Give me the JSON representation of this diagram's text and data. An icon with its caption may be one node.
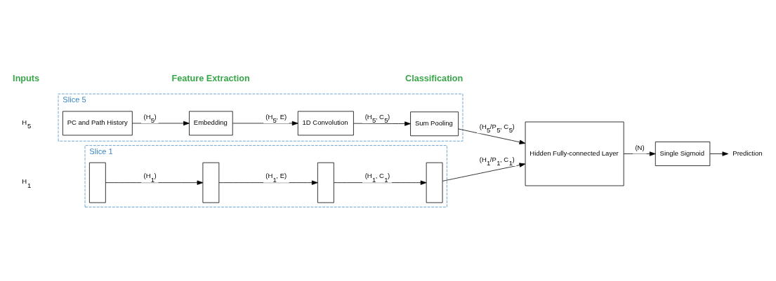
{
  "diagram": {
    "nodes": [
      {
        "text": [
          "Slice 1"
        ]
      },
      {
        "text": [],
        "shape": "box",
        "in": 0
      },
      {
        "text": [],
        "shape": "box",
        "in": 0
      },
      {
        "text": [],
        "shape": "box",
        "in": 0
      },
      {
        "text": [],
        "shape": "box",
        "in": 0
      },
      {
        "text": [
          "Slice 5"
        ]
      },
      {
        "text": [
          "PC and Path History"
        ],
        "in": 5
      },
      {
        "text": [
          "Embedding"
        ],
        "in": 5
      },
      {
        "text": [
          "1D Convolution"
        ],
        "in": 5
      },
      {
        "text": [
          "Sum Pooling"
        ],
        "in": 5
      },
      {
        "text": [
          "Hidden Fully-connected Layer"
        ]
      },
      {
        "text": [
          "Single Sigmoid"
        ]
      },
      {
        "text": [
          "Prediction"
        ]
      }
    ],
    "edges": [
      {
        "from": 1,
        "to": 2,
        "arrow": "to",
        "label": "(H$_{1}$)"
      },
      {
        "from": 2,
        "to": 3,
        "arrow": "to",
        "label": "(H$_{1}$, E)"
      },
      {
        "from": 3,
        "to": 4,
        "arrow": "to",
        "label": "(H$_{1}$, C$_{1}$)"
      },
      {
        "from": 4,
        "to": 10,
        "arrow": "to",
        "label": "(H$_{1}$/P$_{1}$, C$_{1}$)"
      },
      {
        "from": 6,
        "to": 7,
        "arrow": "to",
        "label": "(H$_{5}$)"
      },
      {
        "from": 7,
        "to": 8,
        "arrow": "to",
        "label": "(H$_{5}$, E)"
      },
      {
        "from": 8,
        "to": 9,
        "arrow": "to",
        "label": "(H$_{5}$, C$_{5}$)"
      },
      {
        "from": 9,
        "to": 10,
        "arrow": "to",
        "label": "(H$_{5}$/P$_{5}$, C$_{5}$)"
      },
      {
        "from": 10,
        "to": 11,
        "arrow": "to",
        "label": "(N)"
      },
      {
        "from": 11,
        "to": 12,
        "arrow": "to"
      }
    ],
    "labels": [
      "Inputs",
      "Feature Extraction",
      "Classification",
      "H$_{1}$",
      "H$_{5}$"
    ]
  }
}
